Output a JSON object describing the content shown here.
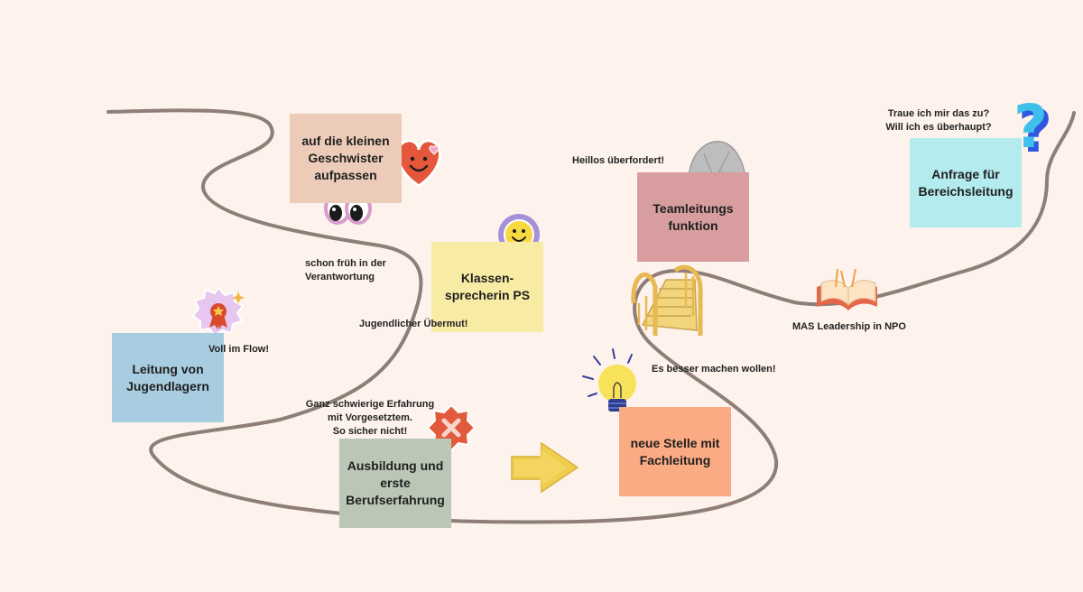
{
  "notes": {
    "siblings": "auf die kleinen\nGeschwister\naufpassen",
    "class_rep": "Klassen-\nsprecherin PS",
    "camp": "Leitung von\nJugendlagern",
    "training": "Ausbildung und\nerste\nBerufserfahrung",
    "new_job": "neue Stelle mit\nFachleitung",
    "team_lead": "Teamleitungs\nfunktion",
    "request": "Anfrage für\nBereichsleitung"
  },
  "labels": {
    "early_responsibility": "schon früh in der\nVerantwortung",
    "youthful": "Jugendlicher Übermut!",
    "flow": "Voll im Flow!",
    "bad_experience": "Ganz schwierige Erfahrung\nmit Vorgesetztem.\nSo sicher nicht!",
    "do_better": "Es besser machen wollen!",
    "overwhelmed": "Heillos überfordert!",
    "mas": "MAS Leadership in NPO",
    "doubt": "Traue ich mir das zu?\nWill ich es überhaupt?"
  },
  "colors": {
    "background": "#fdf2ec",
    "path": "#8f7d78",
    "siblings": "#ecccb8",
    "class_rep": "#f8eca4",
    "camp": "#a9cde0",
    "training": "#bac7b6",
    "new_job": "#fbab84",
    "team_lead": "#d89e9f",
    "request": "#b3ebee"
  },
  "icons": [
    "heart-face-icon",
    "eyes-icon",
    "smiley-icon",
    "award-badge-icon",
    "cross-mark-icon",
    "arrow-right-icon",
    "lightbulb-icon",
    "rock-icon",
    "bridge-icon",
    "open-book-icon",
    "question-mark-icon"
  ]
}
